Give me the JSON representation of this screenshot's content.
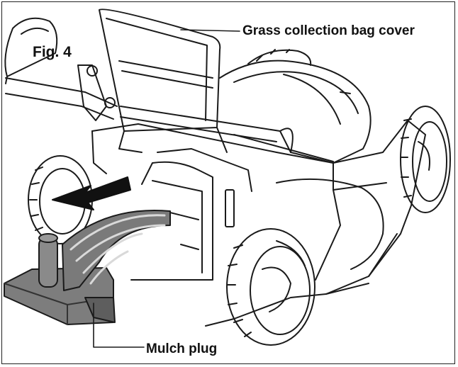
{
  "figure": {
    "fig_label": "Fig. 4",
    "callouts": {
      "bag_cover": "Grass collection bag cover",
      "mulch_plug": "Mulch plug"
    }
  },
  "colors": {
    "line": "#1a1a1a",
    "plug_fill": "#7d7d7d",
    "plug_dark": "#5e5e5e",
    "arrow": "#111111"
  }
}
